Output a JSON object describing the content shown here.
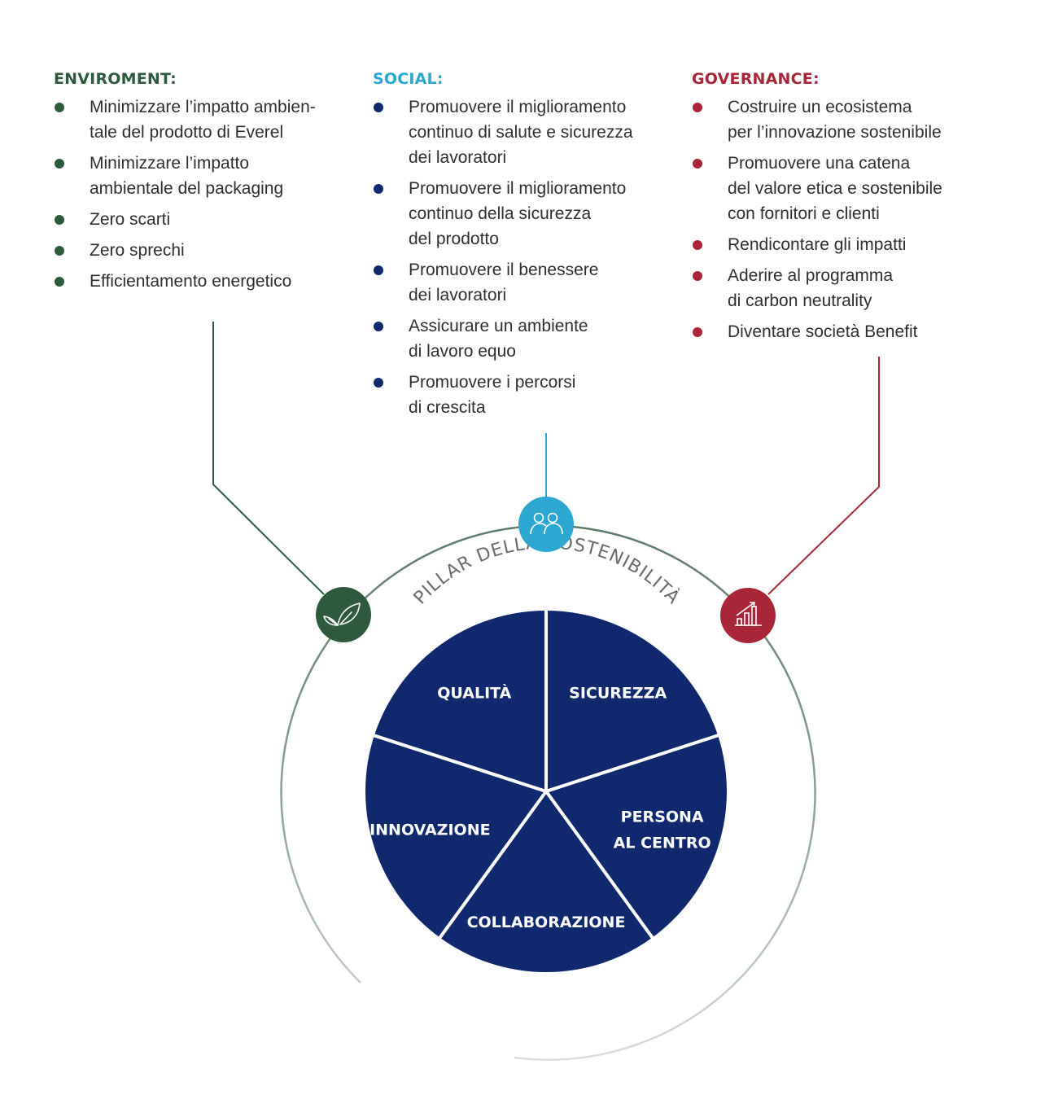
{
  "colors": {
    "environment": "#2d5a3d",
    "social": "#2ba7d2",
    "governance": "#a82638",
    "pie_fill": "#10296e",
    "ring": "#5c7a68",
    "arc_title": "#6b6b6b"
  },
  "columns": [
    {
      "key": "environment",
      "title": "ENVIROMENT:",
      "icon": "leaf-icon",
      "items": [
        "Minimizzare l’impatto ambien-\ntale del prodotto di Everel",
        "Minimizzare l’impatto\nambientale del packaging",
        "Zero scarti",
        "Zero sprechi",
        "Efficientamento energetico"
      ]
    },
    {
      "key": "social",
      "title": "SOCIAL:",
      "icon": "people-icon",
      "items": [
        "Promuovere il miglioramento\ncontinuo di salute e sicurezza\ndei lavoratori",
        "Promuovere il miglioramento\ncontinuo della sicurezza\ndel prodotto",
        "Promuovere il benessere\ndei lavoratori",
        "Assicurare un ambiente\ndi lavoro equo",
        "Promuovere i percorsi\ndi crescita"
      ]
    },
    {
      "key": "governance",
      "title": "GOVERNANCE:",
      "icon": "growth-chart-icon",
      "items": [
        "Costruire un ecosistema\nper l’innovazione sostenibile",
        "Promuovere una catena\ndel valore etica e sostenibile\ncon fornitori e clienti",
        "Rendicontare gli impatti",
        "Aderire al programma\ndi carbon neutrality",
        "Diventare società Benefit"
      ]
    }
  ],
  "wheel": {
    "arc_title": "PILLAR DELLA SOSTENIBILITÀ",
    "segments": [
      {
        "label": [
          "SICUREZZA"
        ]
      },
      {
        "label": [
          "PERSONA",
          "AL CENTRO"
        ]
      },
      {
        "label": [
          "COLLABORAZIONE"
        ]
      },
      {
        "label": [
          "INNOVAZIONE"
        ]
      },
      {
        "label": [
          "QUALITÀ"
        ]
      }
    ]
  }
}
